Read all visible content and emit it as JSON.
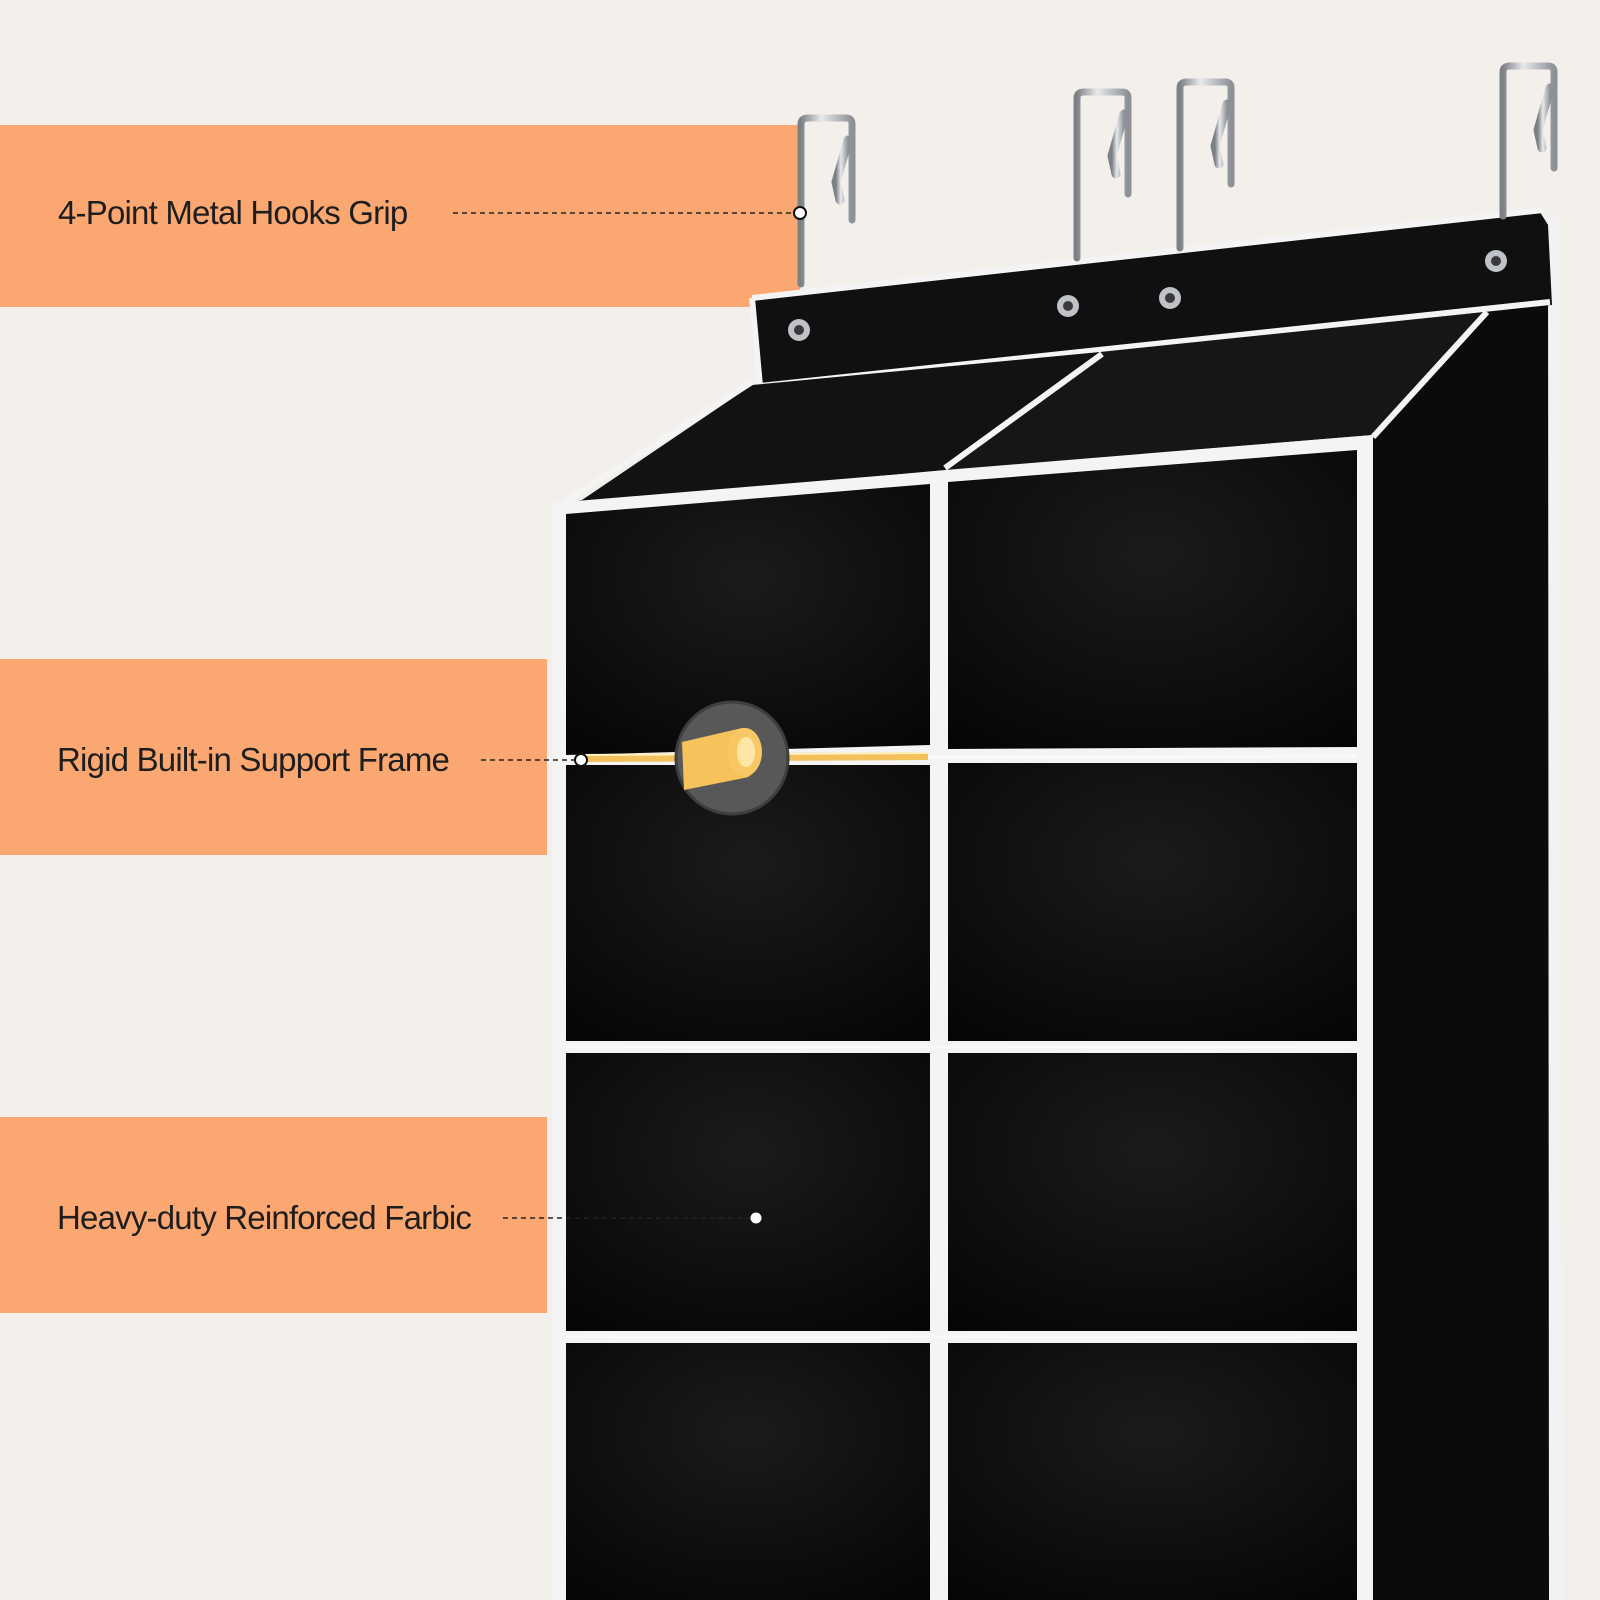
{
  "callouts": [
    {
      "label": "4-Point Metal Hooks Grip"
    },
    {
      "label": "Rigid Built-in Support Frame"
    },
    {
      "label": "Heavy-duty Reinforced Farbic"
    }
  ],
  "colors": {
    "background": "#f3f0eb",
    "band": "#fba772",
    "fabric": "#0d0d0d",
    "trim": "#f4f4f4",
    "frame_rod": "#f3c15c",
    "hook_metal": "#c9ccd0"
  },
  "product": {
    "columns": 2,
    "rows": 4,
    "hooks": 4
  }
}
